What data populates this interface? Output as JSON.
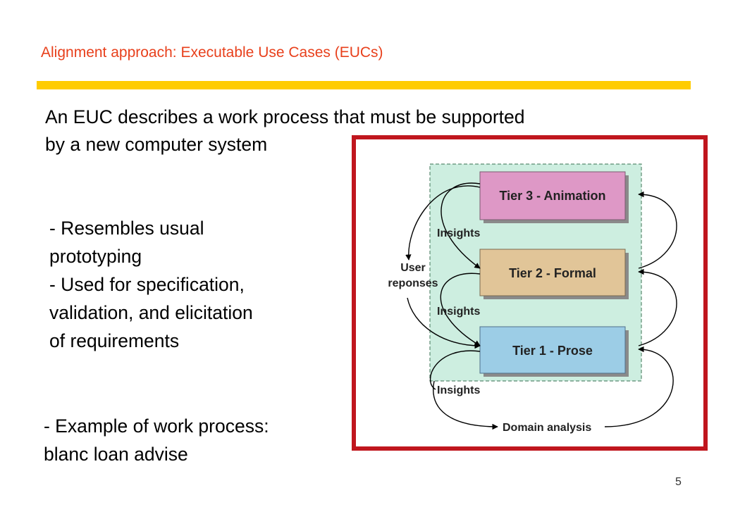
{
  "slide": {
    "title": "Alignment approach: Executable Use Cases (EUCs)",
    "intro": [
      "An EUC describes a work process that must be supported",
      "by a new computer system"
    ],
    "bullets": [
      "- Resembles usual",
      "prototyping",
      "- Used for specification,",
      "validation, and elicitation",
      "of requirements"
    ],
    "example": [
      "- Example of work process:",
      "blanc loan advise"
    ],
    "page_number": "5",
    "colors": {
      "title": "#e8401c",
      "title_bar": "#ffcc00",
      "frame": "#c0161e",
      "panel": "#cdeee0",
      "tier3": "#de98c6",
      "tier2": "#e1c598",
      "tier1": "#9ccde6"
    }
  },
  "diagram": {
    "tiers": [
      {
        "label": "Tier 3 - Animation"
      },
      {
        "label": "Tier 2 - Formal"
      },
      {
        "label": "Tier 1 - Prose"
      }
    ],
    "insights": [
      "Insights",
      "Insights",
      "Insights"
    ],
    "user_responses": [
      "User",
      "reponses"
    ],
    "domain_analysis": "Domain analysis"
  }
}
